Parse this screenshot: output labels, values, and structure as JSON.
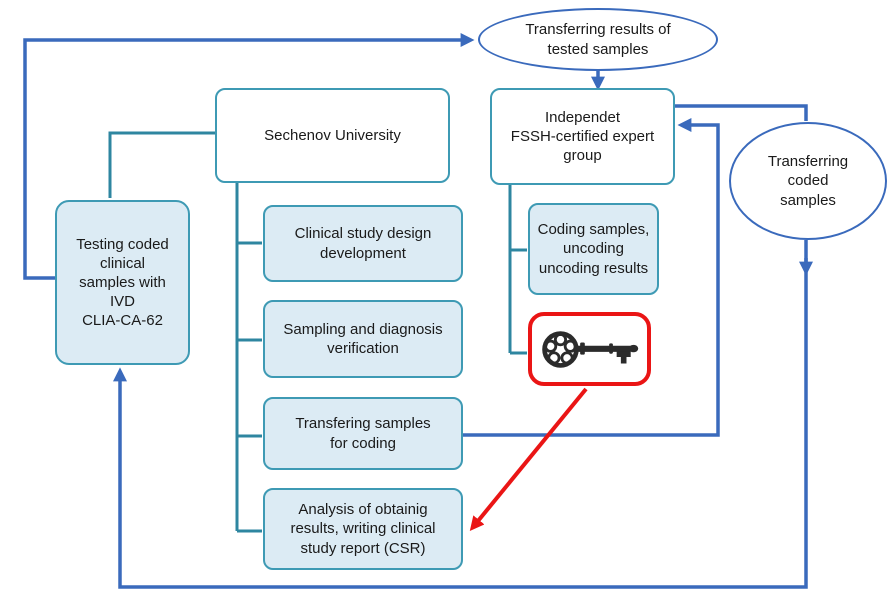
{
  "figure": {
    "type": "flowchart",
    "description": "Clinical study workflow diagram with coded-sample transfer loop"
  },
  "colors": {
    "loop_arrow_blue": "#3a6abc",
    "tree_line_teal": "#2e86a0",
    "node_border_teal": "#3e9ab4",
    "node_fill_light_blue": "#dcebf4",
    "highlight_red": "#ea1515",
    "text": "#1a1a1a"
  },
  "nodes": {
    "transferring_results": {
      "label": "Transferring results of\ntested samples"
    },
    "sechenov": {
      "label": "Sechenov University"
    },
    "independent_group": {
      "label": "Independet\nFSSH-certified expert\ngroup"
    },
    "transferring_coded": {
      "label": "Transferring\ncoded\nsamples"
    },
    "testing_coded": {
      "label": "Testing coded\nclinical\nsamples with\nIVD\nCLIA-CA-62"
    },
    "clinical_design": {
      "label": "Clinical study design\ndevelopment"
    },
    "sampling_verification": {
      "label": "Sampling and diagnosis\nverification"
    },
    "transfering_samples": {
      "label": "Transfering samples\nfor coding"
    },
    "analysis_csr": {
      "label": "Analysis of obtainig\nresults, writing clinical\nstudy report (CSR)"
    },
    "coding_samples": {
      "label": "Coding samples,\nuncoding\nuncoding results"
    },
    "key": {
      "icon": "antique-key-icon"
    }
  }
}
